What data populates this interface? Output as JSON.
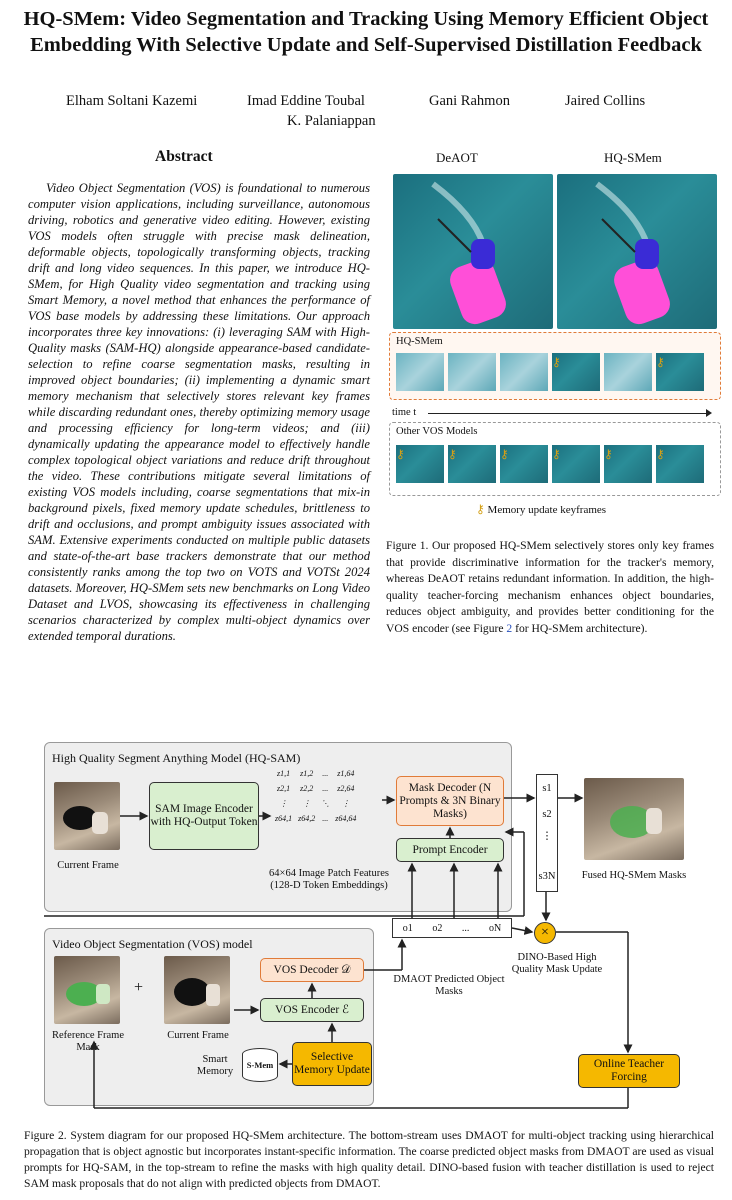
{
  "title": "HQ-SMem: Video Segmentation and Tracking Using Memory Efficient Object Embedding With Selective Update and Self-Supervised Distillation Feedback",
  "authors": [
    "Elham Soltani Kazemi",
    "Imad Eddine Toubal",
    "Gani Rahmon",
    "Jaired Collins",
    "K. Palaniappan"
  ],
  "abstract_heading": "Abstract",
  "abstract": "Video Object Segmentation (VOS) is foundational to numerous computer vision applications, including surveillance, autonomous driving, robotics and generative video editing. However, existing VOS models often struggle with precise mask delineation, deformable objects, topologically transforming objects, tracking drift and long video sequences. In this paper, we introduce HQ-SMem, for High Quality video segmentation and tracking using Smart Memory, a novel method that enhances the performance of VOS base models by addressing these limitations. Our approach incorporates three key innovations: (i) leveraging SAM with High-Quality masks (SAM-HQ) alongside appearance-based candidate-selection to refine coarse segmentation masks, resulting in improved object boundaries; (ii) implementing a dynamic smart memory mechanism that selectively stores relevant key frames while discarding redundant ones, thereby optimizing memory usage and processing efficiency for long-term videos; and (iii) dynamically updating the appearance model to effectively handle complex topological object variations and reduce drift throughout the video. These contributions mitigate several limitations of existing VOS models including, coarse segmentations that mix-in background pixels, fixed memory update schedules, brittleness to drift and occlusions, and prompt ambiguity issues associated with SAM. Extensive experiments conducted on multiple public datasets and state-of-the-art base trackers demonstrate that our method consistently ranks among the top two on VOTS and VOTSt 2024 datasets. Moreover, HQ-SMem sets new benchmarks on Long Video Dataset and LVOS, showcasing its effectiveness in challenging scenarios characterized by complex multi-object dynamics over extended temporal durations.",
  "fig1": {
    "label_left": "DeAOT",
    "label_right": "HQ-SMem",
    "strip_hq": "HQ-SMem",
    "time_label": "time t",
    "strip_other": "Other VOS Models",
    "legend": "Memory update keyframes",
    "caption_pre": "Figure 1. Our proposed HQ-SMem selectively stores only key frames that provide discriminative information for the tracker's memory, whereas DeAOT retains redundant information. In addition, the high-quality teacher-forcing mechanism enhances object boundaries, reduces object ambiguity, and provides better conditioning for the VOS encoder (see Figure ",
    "caption_ref": "2",
    "caption_post": " for HQ-SMem architecture)."
  },
  "fig2": {
    "hqsam_title": "High Quality Segment Anything Model (HQ-SAM)",
    "current_frame": "Current Frame",
    "sam_encoder": "SAM Image Encoder with HQ-Output Token",
    "patch_caption": "64×64 Image Patch Features (128-D Token Embeddings)",
    "mask_decoder": "Mask Decoder (N Prompts & 3N Binary Masks)",
    "prompt_encoder": "Prompt Encoder",
    "scores": [
      "s1",
      "s2",
      "⋮",
      "s3N"
    ],
    "fused_label": "Fused HQ-SMem Masks",
    "vos_title": "Video Object Segmentation (VOS) model",
    "reference_mask": "Reference Frame Mask",
    "current_frame_2": "Current Frame",
    "vos_decoder": "VOS Decoder 𝒟",
    "vos_encoder": "VOS Encoder ℰ",
    "selective_update": "Selective Memory Update",
    "smart_memory": "Smart Memory",
    "smem_label": "S-Mem",
    "objects": [
      "o1",
      "o2",
      "...",
      "oN"
    ],
    "dmaot_label": "DMAOT Predicted Object Masks",
    "dino_label": "DINO-Based High Quality Mask Update",
    "teacher": "Online Teacher Forcing",
    "caption": "Figure 2. System diagram for our proposed HQ-SMem architecture. The bottom-stream uses DMAOT for multi-object tracking using hierarchical propagation that is object agnostic but incorporates instant-specific information. The coarse predicted object masks from DMAOT are used as visual prompts for HQ-SAM, in the top-stream to refine the masks with high quality detail. DINO-based fusion with teacher distillation is used to reject SAM mask proposals that do not align with predicted objects from DMAOT."
  },
  "matrix": [
    [
      "z1,1",
      "z1,2",
      "...",
      "z1,64"
    ],
    [
      "z2,1",
      "z2,2",
      "...",
      "z2,64"
    ],
    [
      "⋮",
      "⋮",
      "⋱",
      "⋮"
    ],
    [
      "z64,1",
      "z64,2",
      "...",
      "z64,64"
    ]
  ],
  "colors": {
    "green": "#d9efcf",
    "orange_light": "#fde3d0",
    "orange_border": "#e07b39",
    "yellow": "#f5b800",
    "mask_pink": "#ff4fd8",
    "mask_blue": "#3a2bd6",
    "link": "#2a52be"
  }
}
